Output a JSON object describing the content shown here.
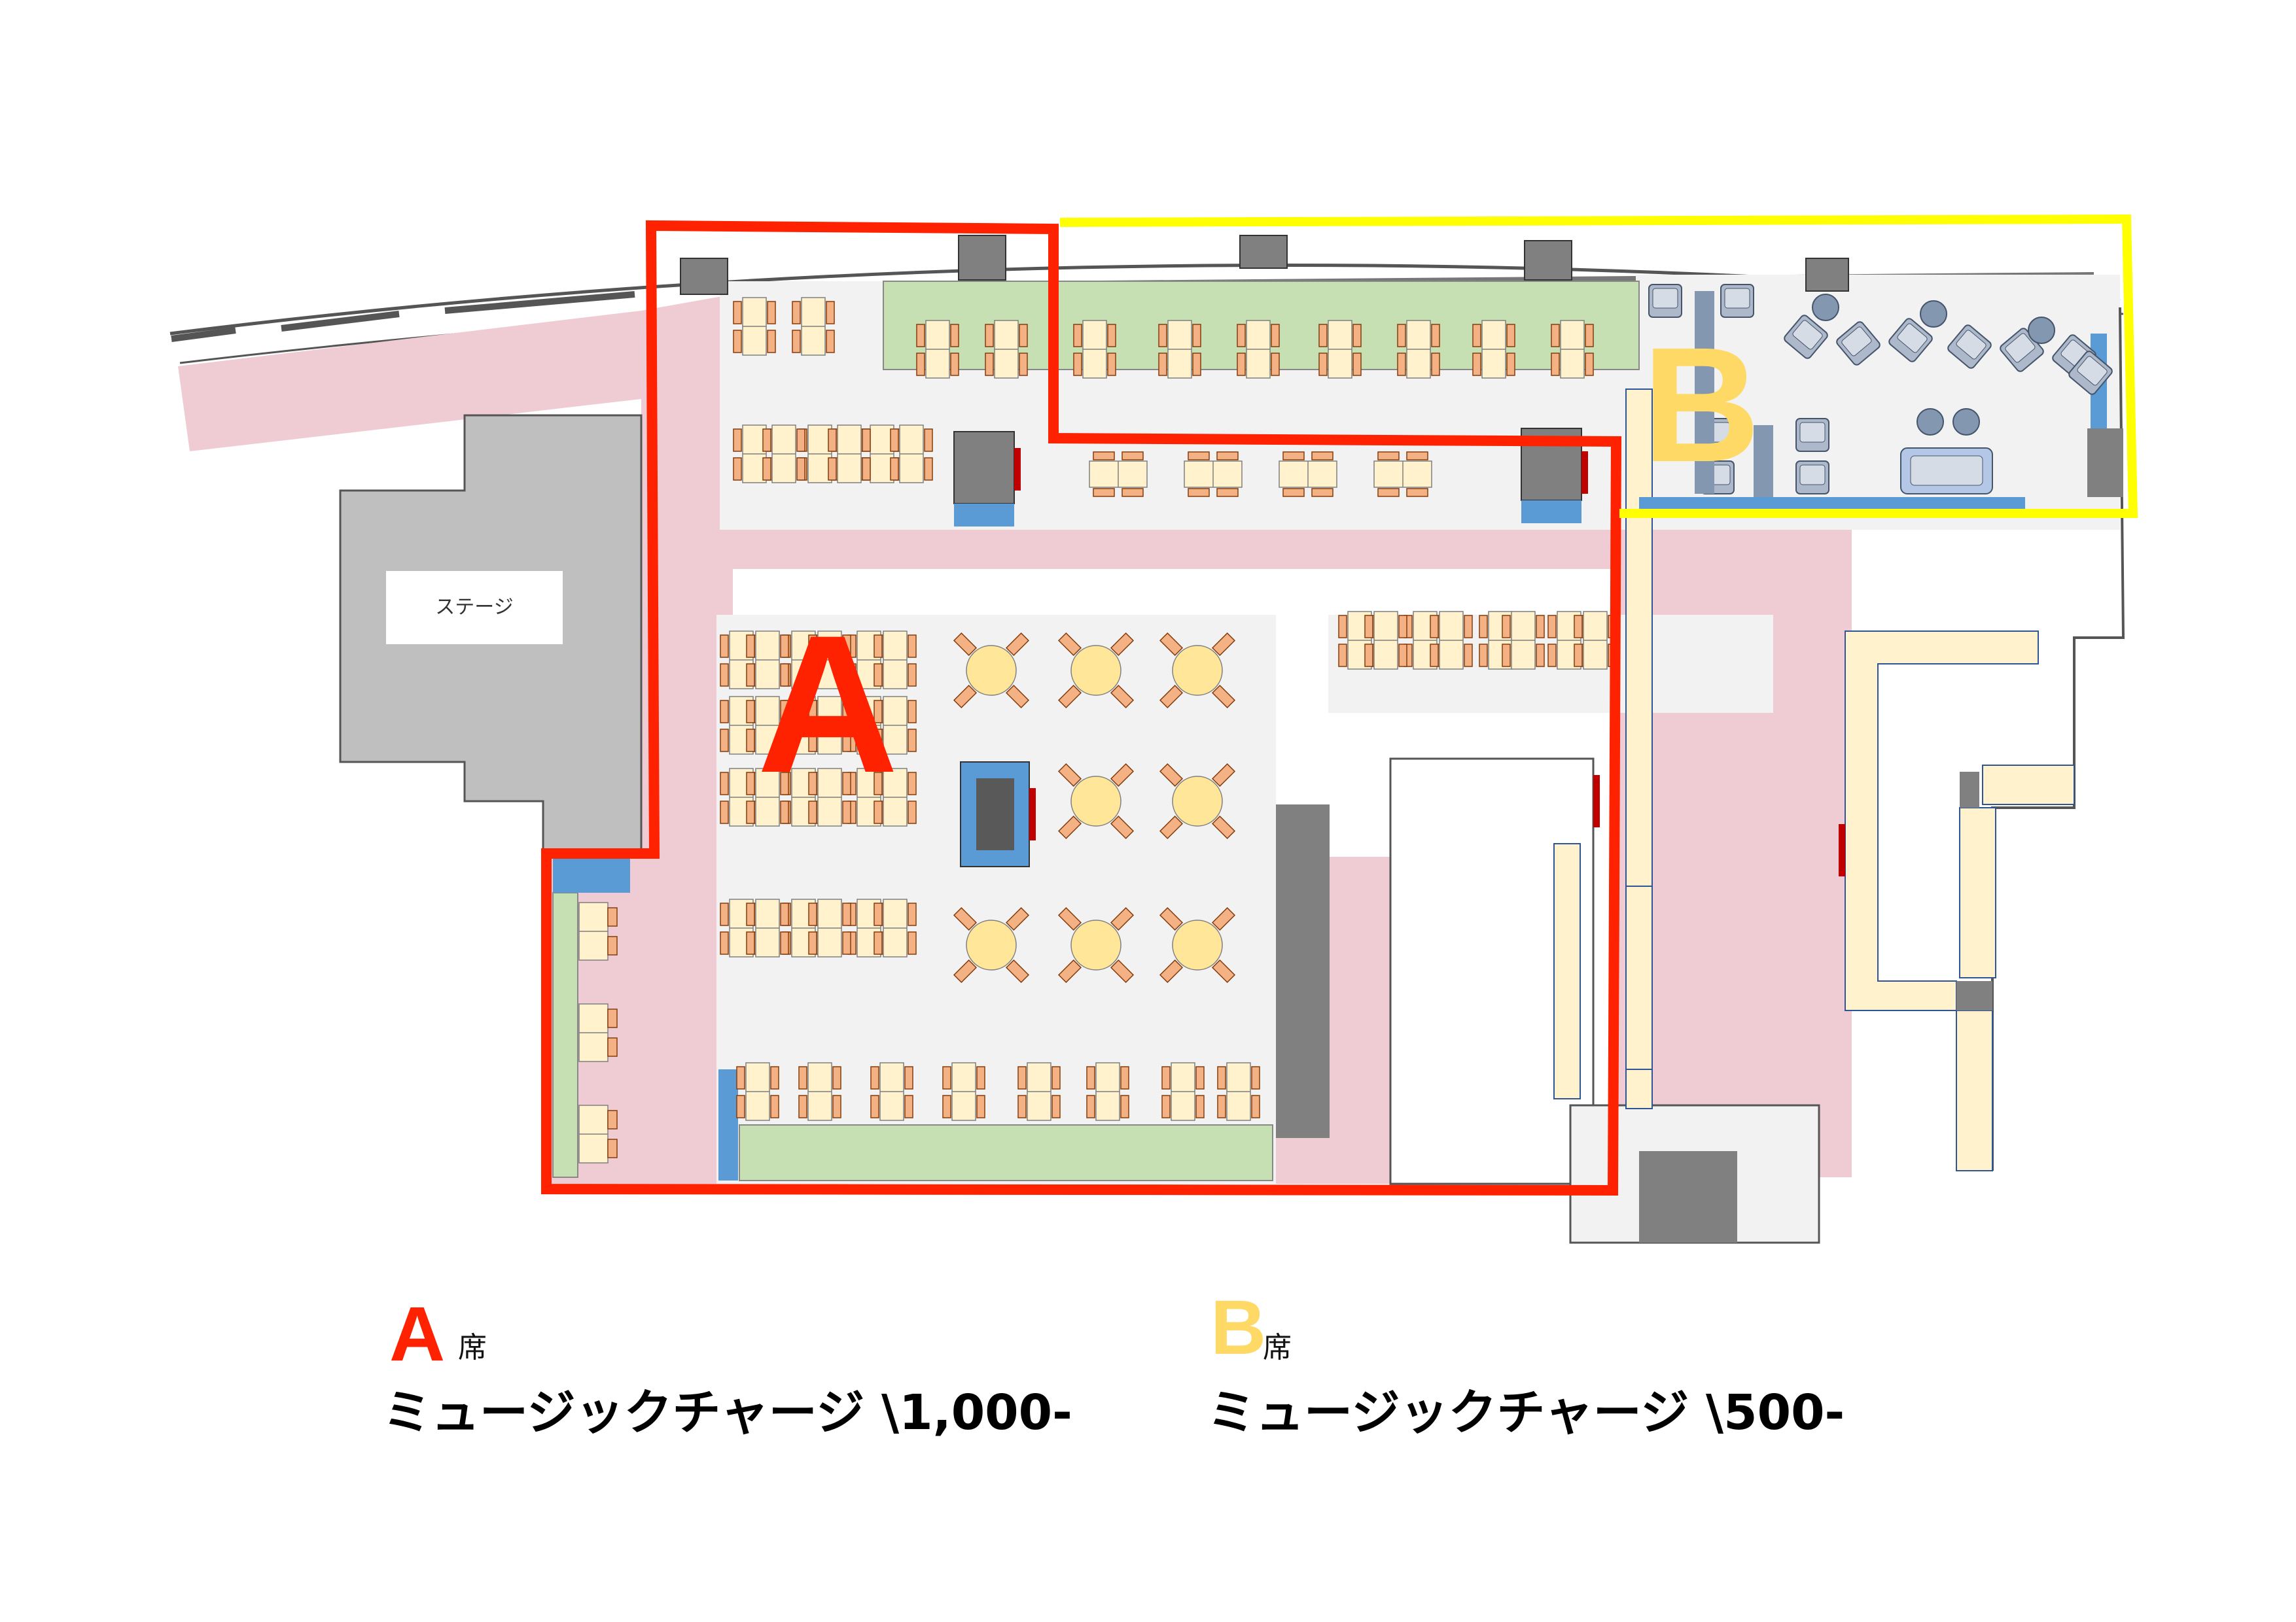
{
  "stage": {
    "label": "ステージ"
  },
  "zones": {
    "a": {
      "letter": "A",
      "color": "#ff2200"
    },
    "b": {
      "letter": "B",
      "color": "#ffd966",
      "border_color": "#ffff00"
    }
  },
  "legend": {
    "a": {
      "letter": "A",
      "seat": "席",
      "charge": "ミュージックチャージ \\1,000-"
    },
    "b": {
      "letter": "B",
      "seat": "席",
      "charge": "ミュージックチャージ \\500-"
    }
  },
  "colors": {
    "walkway": "#efcbd3",
    "floor": "#f2f2f2",
    "stage": "#bfbfbf",
    "pillar": "#808080",
    "counter": "#c6e0b4",
    "bar": "#fff2cc",
    "blue_panel": "#5b9bd5",
    "chair": "#f4b183",
    "table": "#fff2cc",
    "round_table": "#ffe699",
    "sofa": "#adb9ca",
    "door": "#c00000"
  },
  "icons": {
    "table_set": "table-with-chairs-icon",
    "round_table": "round-table-icon",
    "sofa": "sofa-icon",
    "pillar": "pillar-icon"
  }
}
